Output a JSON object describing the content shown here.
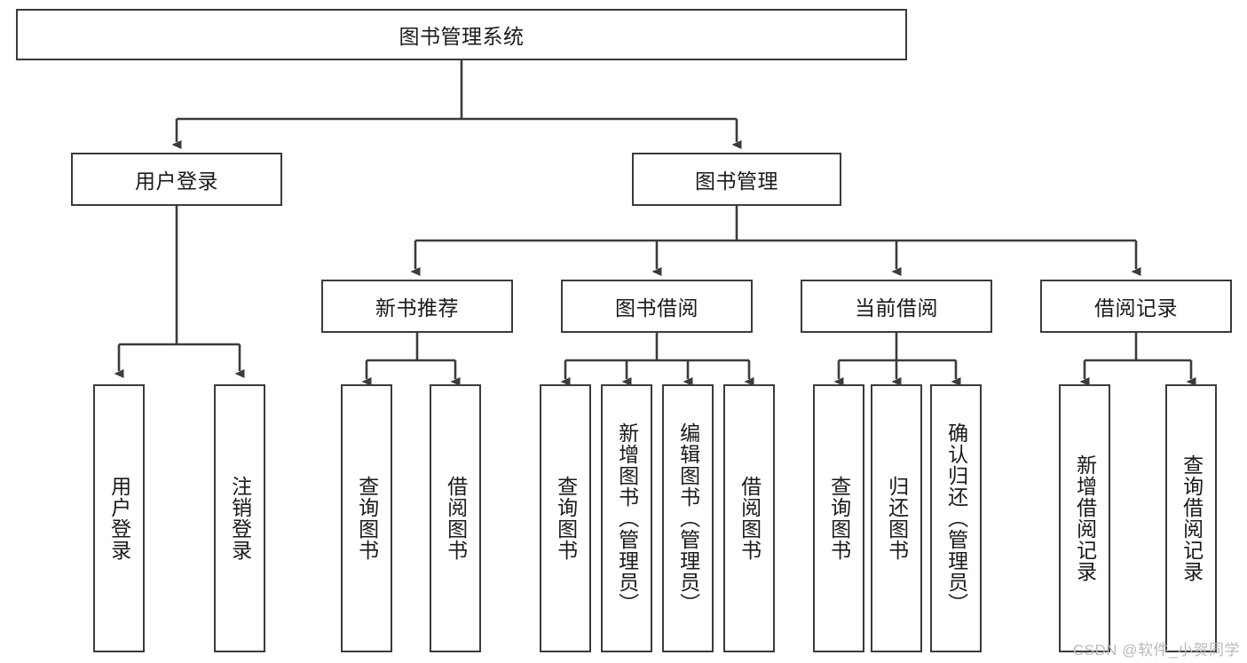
{
  "diagram": {
    "title": "图书管理系统",
    "type": "tree-hierarchy",
    "background_color": "#ffffff",
    "border_color": "#3b3b3b",
    "text_color": "#1a1a1a",
    "root": {
      "label": "图书管理系统"
    },
    "level2": [
      {
        "label": "用户登录"
      },
      {
        "label": "图书管理"
      }
    ],
    "level3": [
      {
        "label": "新书推荐"
      },
      {
        "label": "图书借阅"
      },
      {
        "label": "当前借阅"
      },
      {
        "label": "借阅记录"
      }
    ],
    "leaves": {
      "user_login": [
        {
          "label": "用户登录"
        },
        {
          "label": "注销登录"
        }
      ],
      "new_book_recommend": [
        {
          "label": "查询图书"
        },
        {
          "label": "借阅图书"
        }
      ],
      "book_borrow": [
        {
          "label": "查询图书"
        },
        {
          "label": "新增图书（管理员）"
        },
        {
          "label": "编辑图书（管理员）"
        },
        {
          "label": "借阅图书"
        }
      ],
      "current_borrow": [
        {
          "label": "查询图书"
        },
        {
          "label": "归还图书"
        },
        {
          "label": "确认归还（管理员）"
        }
      ],
      "borrow_record": [
        {
          "label": "新增借阅记录"
        },
        {
          "label": "查询借阅记录"
        }
      ]
    }
  },
  "watermark": {
    "text": "CSDN @软件_小贺同学"
  }
}
